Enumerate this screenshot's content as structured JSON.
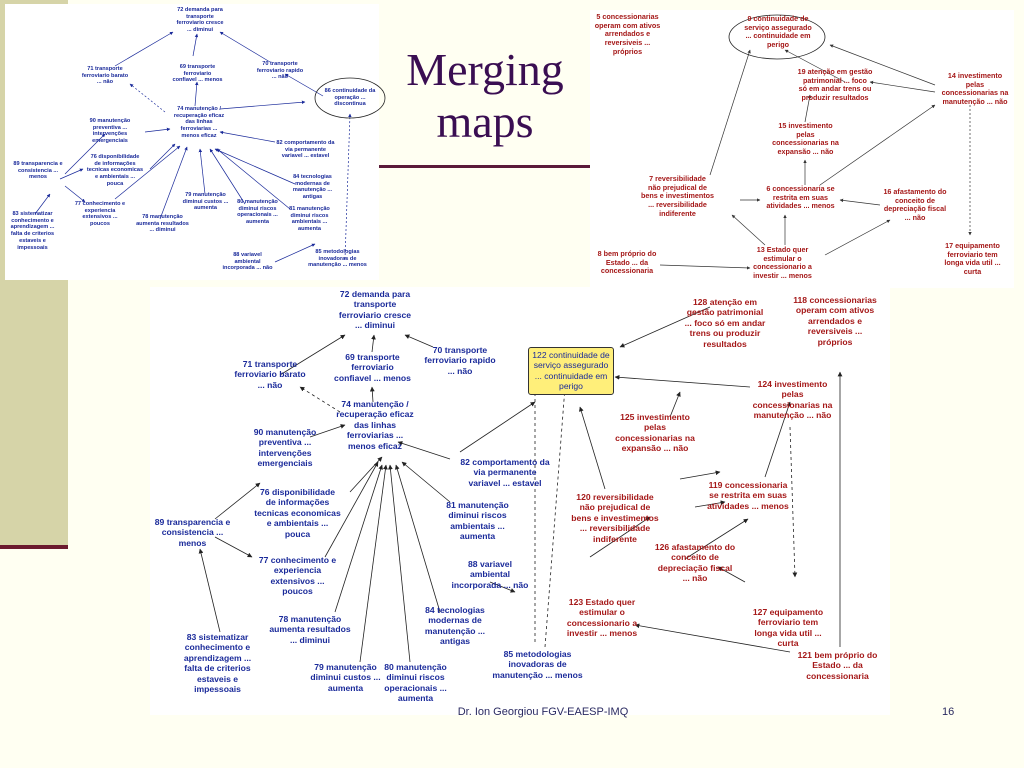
{
  "slide": {
    "title_line1": "Merging",
    "title_line2": "maps",
    "footer": "Dr. Ion Georgiou  FGV-EAESP-IMQ",
    "page_number": "16"
  },
  "map_top_left": {
    "n72": "72 demanda para\ntransporte\nferroviario cresce\n... diminui",
    "n71": "71 transporte\nferroviario barato\n... não",
    "n69": "69 transporte\nferroviario\nconfiavel ... menos",
    "n70": "70 transporte\nferroviario rapido\n... não",
    "n86": "86 continuidade da\noperação ...\ndiscontinua",
    "n90": "90 manutenção\npreventiva ...\nintervenções\nemergenciais",
    "n74": "74 manutenção /\nrecuperação eficaz\ndas linhas\nferroviarias ...\nmenos eficaz",
    "n82": "82 comportamento da\nvia permanente\nvariavel ... estavel",
    "n76": "76 disponibilidade\nde informações\ntecnicas economicas\ne ambientais ...\npouca",
    "n89": "89 transparencia e\nconsistencia ...\nmenos",
    "n84": "84 tecnologias\nmodernas de\nmanutenção ...\nantigas",
    "n77": "77 conhecimento e\nexperiencia\nextensivos ...\npoucos",
    "n79": "79 manutenção\ndiminui custos ...\naumenta",
    "n80": "80 manutenção\ndiminui riscos\noperacionais ...\naumenta",
    "n81": "81 manutenção\ndiminui riscos\nambientais ...\naumenta",
    "n83": "83 sistematizar\nconhecimento e\naprendizagem ...\nfalta de criterios\nestaveis e\nimpessoais",
    "n78": "78 manutenção\naumenta resultados\n... diminui",
    "n88": "88 variavel\nambiental\nincorporada ... não",
    "n85": "85 metodologias\ninovadoras de\nmanutenção ... menos"
  },
  "map_top_right": {
    "n5": "5 concessionarias\noperam com ativos\narrendados e\nreversiveis ...\npróprios",
    "n9": "9 continuidade de\nserviço assegurado\n... continuidade em\nperigo",
    "n19": "19 atenção em gestão\npatrimonial ... foco\nsó em andar trens ou\nproduzir resultados",
    "n14": "14 investimento\npelas\nconcessionarias na\nmanutenção ... não",
    "n15": "15 investimento\npelas\nconcessionarias na\nexpansão ... não",
    "n7": "7 reversibilidade\nnão prejudical de\nbens e investimentos\n... reversibilidade\nindiferente",
    "n6": "6 concessionaria se\nrestrita em suas\natividades ... menos",
    "n16": "16 afastamento do\nconceito de\ndepreciação fiscal\n... não",
    "n8": "8 bem próprio do\nEstado ... da\nconcessionaria",
    "n13": "13 Estado quer\nestimular o\nconcessionario a\ninvestir ... menos",
    "n17": "17 equipamento\nferroviario tem\nlonga vida util ...\ncurta"
  },
  "map_merged": {
    "n72": "72 demanda para\ntransporte\nferroviario cresce\n... diminui",
    "n71": "71 transporte\nferroviario barato\n... não",
    "n69": "69 transporte\nferroviario\nconfiavel ... menos",
    "n70": "70 transporte\nferroviario rapido\n... não",
    "n122": "122 continuidade de\nserviço assegurado\n... continuidade em\nperigo",
    "n128": "128 atenção em\ngestão patrimonial\n... foco só em andar\ntrens ou produzir\nresultados",
    "n118": "118 concessionarias\noperam com ativos\narrendados e\nreversiveis ...\npróprios",
    "n124": "124 investimento\npelas\nconcessionarias na\nmanutenção ... não",
    "n74": "74 manutenção /\nrecuperação eficaz\ndas linhas\nferroviarias ...\nmenos eficaz",
    "n90": "90 manutenção\npreventiva ...\nintervenções\nemergenciais",
    "n125": "125 investimento\npelas\nconcessionarias na\nexpansão ... não",
    "n82": "82 comportamento da\nvia permanente\nvariavel ... estavel",
    "n119": "119 concessionaria\nse restrita em suas\natividades ... menos",
    "n76": "76 disponibilidade\nde informações\ntecnicas economicas\ne ambientais ...\npouca",
    "n120": "120 reversibilidade\nnão prejudical de\nbens e investimentos\n... reversibilidade\nindiferente",
    "n89": "89 transparencia e\nconsistencia ...\nmenos",
    "n81": "81 manutenção\ndiminui riscos\nambientais ...\naumenta",
    "n126": "126 afastamento do\nconceito de\ndepreciação fiscal\n... não",
    "n77": "77 conhecimento e\nexperiencia\nextensivos ...\npoucos",
    "n88": "88 variavel\nambiental\nincorporada ... não",
    "n123": "123 Estado quer\nestimular o\nconcessionario a\ninvestir ... menos",
    "n127": "127 equipamento\nferroviario tem\nlonga vida util ...\ncurta",
    "n78": "78 manutenção\naumenta resultados\n... diminui",
    "n84": "84 tecnologias\nmodernas de\nmanutenção ...\nantigas",
    "n83": "83 sistematizar\nconhecimento e\naprendizagem ...\nfalta de criterios\nestaveis e\nimpessoais",
    "n85": "85 metodologias\ninovadoras de\nmanutenção ... menos",
    "n121": "121 bem próprio do\nEstado ... da\nconcessionaria",
    "n79": "79 manutenção\ndiminui custos ...\naumenta",
    "n80": "80 manutenção\ndiminui riscos\noperacionais ...\naumenta"
  },
  "colors": {
    "map_blue": "#1a2a9a",
    "map_red": "#a51818",
    "highlight": "#ffef7a",
    "title": "#3a0e52",
    "accent_bar": "#d6d4a8",
    "accent_line": "#6b1a2e"
  }
}
